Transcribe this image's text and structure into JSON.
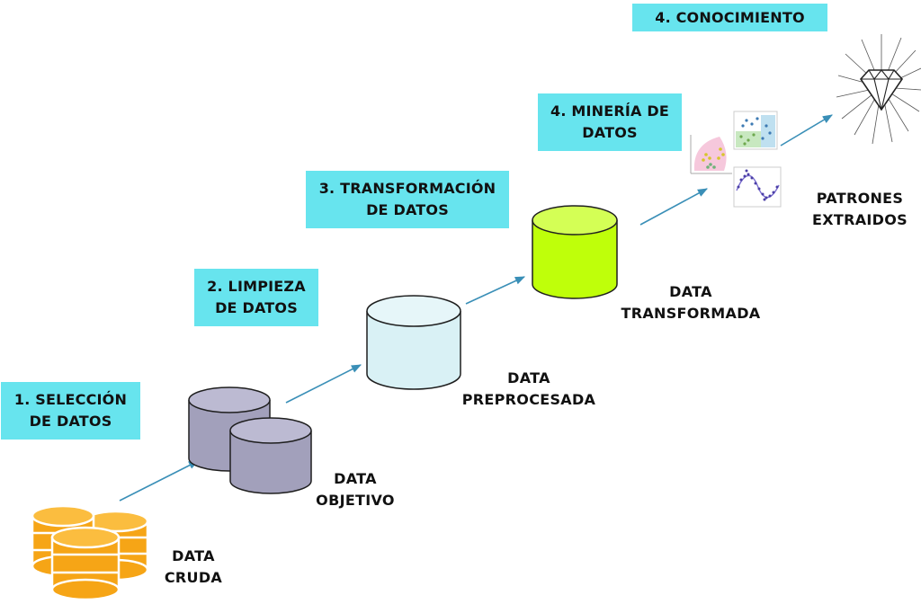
{
  "steps": {
    "s1": [
      "1. SELECCIÓN",
      "DE DATOS"
    ],
    "s2": [
      "2. LIMPIEZA",
      "DE DATOS"
    ],
    "s3": [
      "3. TRANSFORMACIÓN",
      "DE DATOS"
    ],
    "s4": [
      "4. MINERÍA DE",
      "DATOS"
    ],
    "s5": [
      "4. CONOCIMIENTO"
    ]
  },
  "labels": {
    "raw": [
      "DATA",
      "CRUDA"
    ],
    "target": [
      "DATA",
      "OBJETIVO"
    ],
    "preprocessed": [
      "DATA",
      "PREPROCESADA"
    ],
    "transformed": [
      "DATA",
      "TRANSFORMADA"
    ],
    "patterns": [
      "PATRONES",
      "EXTRAIDOS"
    ]
  },
  "colors": {
    "step_box": "#67e4ee",
    "arrow": "#3a8fb7",
    "raw_db": "#f6a516",
    "target_db": "#a2a0bb",
    "preprocessed_db": "#d9f1f5",
    "transformed_db": "#bfff0a"
  },
  "icons": {
    "raw": "database-stack-icon",
    "target": "database-pair-icon",
    "preprocessed": "database-icon",
    "transformed": "database-icon",
    "patterns": "scatter-plots-icon",
    "knowledge": "diamond-icon"
  }
}
